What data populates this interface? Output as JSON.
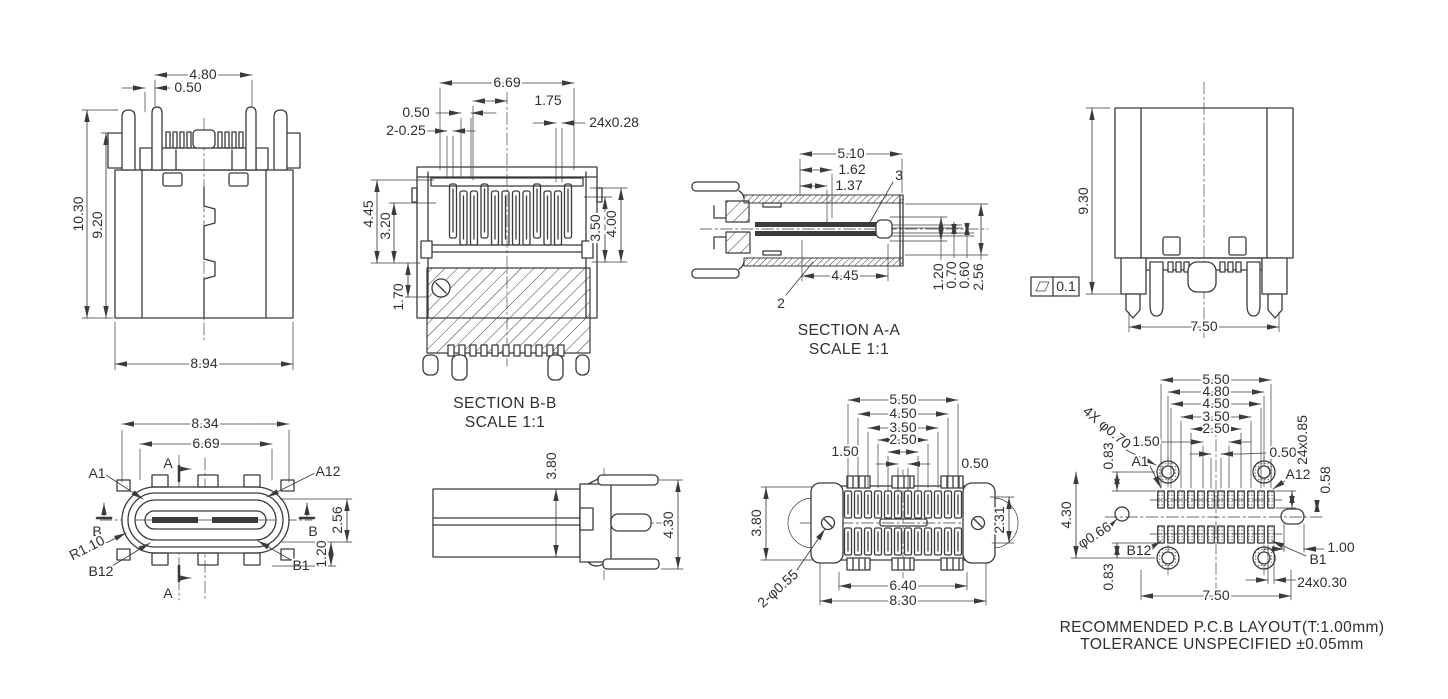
{
  "page": {
    "bg": "#ffffff",
    "line_color": "#3b3b3b"
  },
  "views": {
    "front": {
      "dims": {
        "w_pins": "4.80",
        "w_offset": "0.50",
        "h_total": "10.30",
        "h_body": "9.20",
        "w_total": "8.94"
      }
    },
    "section_bb": {
      "caption": "SECTION B-B",
      "scale": "SCALE 1:1",
      "dims": {
        "w_shell": "6.69",
        "w_half": "1.75",
        "w_offset": "0.50",
        "w_slots": "2-0.25",
        "w_pins": "24x0.28",
        "h_shell": "4.45",
        "h_cavity": "3.20",
        "h_base": "1.70",
        "h_pins": "3.50",
        "h_inner": "4.00"
      }
    },
    "section_aa": {
      "caption": "SECTION A-A",
      "scale": "SCALE 1:1",
      "callout_shell": "2",
      "callout_tongue": "3",
      "dims": {
        "depth_shell": "5.10",
        "depth_mid": "1.62",
        "depth_inner": "1.37",
        "depth_tongue": "4.45",
        "t_outer": "1.20",
        "t_mid": "0.70",
        "t_inner": "0.60",
        "t_cavity": "2.56"
      }
    },
    "side": {
      "flatness": "0.1",
      "dims": {
        "h_total": "9.30",
        "w_legs": "7.50"
      }
    },
    "bottom": {
      "labels": {
        "a1": "A1",
        "a12": "A12",
        "b12": "B12",
        "b1": "B1",
        "sec_a": "A",
        "sec_b": "B",
        "radius": "R1.10"
      },
      "dims": {
        "w_total": "8.34",
        "w_shell": "6.69",
        "h_inner": "2.56",
        "h_tab": "1.20"
      }
    },
    "side_profile": {
      "dims": {
        "h_body": "3.80",
        "h_legs": "4.30"
      }
    },
    "bottom_pins": {
      "dims": {
        "p5": "5.50",
        "p4": "4.50",
        "p3": "3.50",
        "p2": "2.50",
        "p1": "1.50",
        "p0": "0.50",
        "h_body": "3.80",
        "h_rows": "2.31",
        "holes": "2-φ0.55",
        "w_inner": "6.40",
        "w_total": "8.30"
      }
    },
    "pcb": {
      "caption_line1": "RECOMMENDED P.C.B LAYOUT(T:1.00mm)",
      "caption_line2": "TOLERANCE UNSPECIFIED ±0.05mm",
      "labels": {
        "a1": "A1",
        "a12": "A12",
        "b12": "B12",
        "b1": "B1"
      },
      "dims": {
        "p5": "5.50",
        "p48": "4.80",
        "p45": "4.50",
        "p35": "3.50",
        "p25": "2.50",
        "p15": "1.50",
        "p05": "0.50",
        "holes": "4X φ0.70",
        "v_top": "0.83",
        "v_rows": "4.30",
        "v_bot": "0.83",
        "pad_len": "24x0.85",
        "pad_edge": "0.58",
        "hole_mid": "φ0.66",
        "oval_off": "1.00",
        "pad_w": "24x0.30",
        "hole_span": "7.50"
      }
    }
  }
}
